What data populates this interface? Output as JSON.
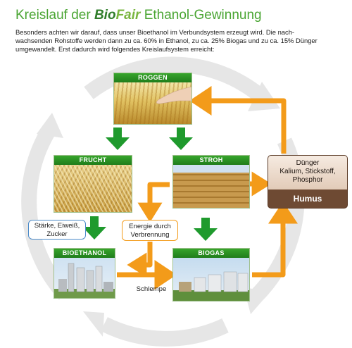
{
  "header": {
    "title_prefix": "Kreislauf der ",
    "brand_part_a": "Bio",
    "brand_part_b": "Fair",
    "title_suffix": " Ethanol-Gewinnung"
  },
  "intro_lines": [
    "Besonders achten wir darauf, dass unser Bioethanol im Verbundsystem erzeugt wird. Die nach-",
    "wachsenden Rohstoffe werden dann zu ca. 60% in Ethanol, zu ca. 25% Biogas und zu ca. 15% Dünger",
    "umgewandelt. Erst dadurch wird folgendes Kreislaufsystem erreicht:"
  ],
  "nodes": {
    "roggen": "ROGGEN",
    "frucht": "FRUCHT",
    "stroh": "STROH",
    "bioethanol": "BIOETHANOL",
    "biogas": "BIOGAS"
  },
  "notes": {
    "staerke": [
      "Stärke, Eiweiß,",
      "Zucker"
    ],
    "energie": [
      "Energie durch",
      "Verbrennung"
    ]
  },
  "duenger": {
    "lines": [
      "Dünger",
      "Kalium, Stickstoff,",
      "Phosphor"
    ],
    "label": "Humus"
  },
  "schlempe": "Schlempe",
  "colors": {
    "green_arrow": "#1f9a2d",
    "orange_arrow": "#f39b1a",
    "header_green": "#2a9425",
    "humus_brown": "#6e4a33",
    "cycle_gray": "#e6e6e6"
  }
}
